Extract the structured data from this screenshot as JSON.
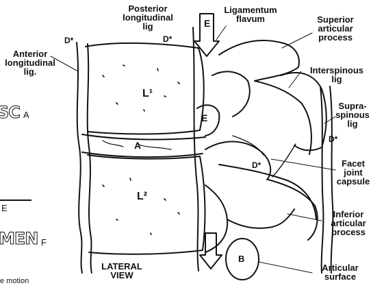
{
  "labels": {
    "posterior_longitudinal_lig": "Posterior\nlongitudinal\nlig",
    "ligamentum_flavum": "Ligamentum\nflavum",
    "superior_articular_process": "Superior\narticular\nprocess",
    "anterior_longitudinal_lig": "Anterior\nlongitudinal\nlig.",
    "interspinous_lig": "Interspinous\nlig",
    "supraspinous_lig": "Supra-\nspinous\nlig",
    "facet_joint_capsule": "Facet\njoint\ncapsule",
    "inferior_articular_process": "Inferior\narticular\nprocess",
    "articular_surface": "Articular\nsurface",
    "lateral_view": "LATERAL\nVIEW"
  },
  "markers": {
    "d_star_top_left": "D*",
    "d_star_top": "D*",
    "d_star_right": "D*",
    "d_star_middle": "D*",
    "l1": "L¹",
    "l2": "L²",
    "e_top": "E",
    "e_middle": "E",
    "a_disc": "A",
    "b_bottom": "B"
  },
  "side_text": {
    "sc_letters": "SC",
    "sc_sub": "A",
    "e_sub": "E",
    "men_letters": "MEN",
    "men_sub": "F",
    "bottom_partial": "e motion"
  }
}
